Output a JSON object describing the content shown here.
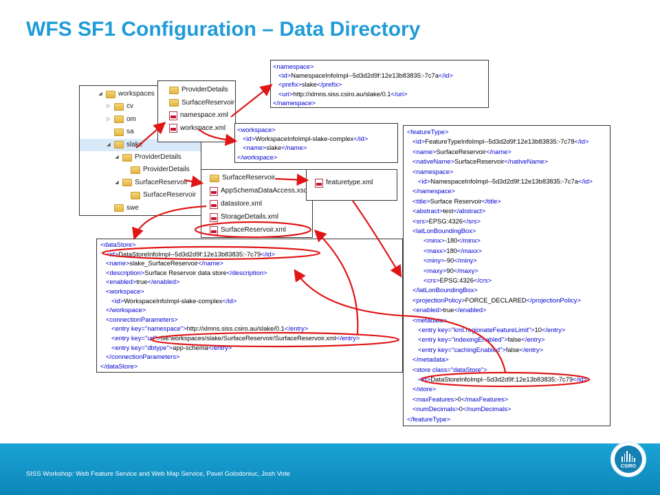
{
  "title": "WFS SF1 Configuration – Data Directory",
  "tree": {
    "rows": [
      {
        "label": "workspaces",
        "level": 0,
        "expanded": true
      },
      {
        "label": "cv",
        "level": 1,
        "expanded": false
      },
      {
        "label": "om",
        "level": 1,
        "expanded": false
      },
      {
        "label": "sa",
        "level": 1,
        "expanded": null
      },
      {
        "label": "slake",
        "level": 1,
        "expanded": true,
        "selected": true
      },
      {
        "label": "ProviderDetails",
        "level": 2,
        "expanded": true
      },
      {
        "label": "ProviderDetails",
        "level": 3,
        "expanded": null
      },
      {
        "label": "SurfaceReservoir",
        "level": 2,
        "expanded": true
      },
      {
        "label": "SurfaceReservoir",
        "level": 3,
        "expanded": null
      },
      {
        "label": "swe",
        "level": 1,
        "expanded": null
      }
    ]
  },
  "slake_listing": {
    "items": [
      {
        "type": "folder",
        "label": "ProviderDetails"
      },
      {
        "type": "folder",
        "label": "SurfaceReservoir"
      },
      {
        "type": "xml",
        "label": "namespace.xml"
      },
      {
        "type": "xml",
        "label": "workspace.xml"
      }
    ]
  },
  "reservoir_listing": {
    "items": [
      {
        "type": "folder",
        "label": "SurfaceReservoir"
      },
      {
        "type": "xsd",
        "label": "AppSchemaDataAccess.xsd"
      },
      {
        "type": "xml",
        "label": "datastore.xml"
      },
      {
        "type": "xml",
        "label": "StorageDetails.xml"
      },
      {
        "type": "xml",
        "label": "SurfaceReservoir.xml"
      }
    ]
  },
  "featuretype_listing": {
    "items": [
      {
        "type": "xml",
        "label": "featuretype.xml"
      }
    ]
  },
  "namespace_xml": {
    "lines": [
      {
        "i": 0,
        "t": "<namespace>"
      },
      {
        "i": 1,
        "t": "<id>NamespaceInfoImpl--5d3d2d9f:12e13b83835:-7c7a</id>"
      },
      {
        "i": 1,
        "t": "<prefix>slake</prefix>"
      },
      {
        "i": 1,
        "t": "<uri>http://xlmns.siss.csiro.au/slake/0.1</uri>"
      },
      {
        "i": 0,
        "t": "</namespace>"
      }
    ]
  },
  "workspace_xml": {
    "lines": [
      {
        "i": 0,
        "t": "<workspace>"
      },
      {
        "i": 1,
        "t": "<id>WorkspaceInfoImpl-slake-complex</id>"
      },
      {
        "i": 1,
        "t": "<name>slake</name>"
      },
      {
        "i": 0,
        "t": "</workspace>"
      }
    ]
  },
  "datastore_xml": {
    "lines": [
      {
        "i": 0,
        "t": "<dataStore>"
      },
      {
        "i": 1,
        "t": "<id>DataStoreInfoImpl--5d3d2d9f:12e13b83835:-7c79</id>"
      },
      {
        "i": 1,
        "t": "<name>slake_SurfaceReservoir</name>"
      },
      {
        "i": 1,
        "t": "<description>Surface Reservoir data store</description>"
      },
      {
        "i": 1,
        "t": "<enabled>true</enabled>"
      },
      {
        "i": 1,
        "t": "<workspace>"
      },
      {
        "i": 2,
        "t": "<id>WorkspaceInfoImpl-slake-complex</id>"
      },
      {
        "i": 1,
        "t": "</workspace>"
      },
      {
        "i": 1,
        "t": "<connectionParameters>"
      },
      {
        "i": 2,
        "t": "<entry key=\"namespace\">http://xlmns.siss.csiro.au/slake/0.1</entry>"
      },
      {
        "i": 2,
        "t": "<entry key=\"url\">file:workspaces/slake/SurfaceReservoir/SurfaceReservoir.xml</entry>"
      },
      {
        "i": 2,
        "t": "<entry key=\"dbtype\">app-schema</entry>"
      },
      {
        "i": 1,
        "t": "</connectionParameters>"
      },
      {
        "i": 0,
        "t": "</dataStore>"
      }
    ]
  },
  "featuretype_xml": {
    "lines": [
      {
        "i": 0,
        "t": "<featureType>"
      },
      {
        "i": 1,
        "t": "<id>FeatureTypeInfoImpl--5d3d2d9f:12e13b83835:-7c78</id>"
      },
      {
        "i": 1,
        "t": "<name>SurfaceReservoir</name>"
      },
      {
        "i": 1,
        "t": "<nativeName>SurfaceReservoir</nativeName>"
      },
      {
        "i": 1,
        "t": "<namespace>"
      },
      {
        "i": 2,
        "t": "<id>NamespaceInfoImpl--5d3d2d9f:12e13b83835:-7c7a</id>"
      },
      {
        "i": 1,
        "t": "</namespace>"
      },
      {
        "i": 1,
        "t": "<title>Surface Reservoir</title>"
      },
      {
        "i": 1,
        "t": "<abstract>test</abstract>"
      },
      {
        "i": 1,
        "t": "<srs>EPSG:4326</srs>"
      },
      {
        "i": 1,
        "t": "<latLonBoundingBox>"
      },
      {
        "i": 3,
        "t": "<minx>-180</minx>"
      },
      {
        "i": 3,
        "t": "<maxx>180</maxx>"
      },
      {
        "i": 3,
        "t": "<miny>-90</miny>"
      },
      {
        "i": 3,
        "t": "<maxy>90</maxy>"
      },
      {
        "i": 3,
        "t": "<crs>EPSG:4326</crs>"
      },
      {
        "i": 1,
        "t": "</latLonBoundingBox>"
      },
      {
        "i": 1,
        "t": "<projectionPolicy>FORCE_DECLARED</projectionPolicy>"
      },
      {
        "i": 1,
        "t": "<enabled>true</enabled>"
      },
      {
        "i": 1,
        "t": "<metadata>"
      },
      {
        "i": 2,
        "t": "<entry key=\"kml.regionateFeatureLimit\">10</entry>"
      },
      {
        "i": 2,
        "t": "<entry key=\"indexingEnabled\">false</entry>"
      },
      {
        "i": 2,
        "t": "<entry key=\"cachingEnabled\">false</entry>"
      },
      {
        "i": 1,
        "t": "</metadata>"
      },
      {
        "i": 1,
        "t": "<store class=\"dataStore\">"
      },
      {
        "i": 2,
        "t": "<id>DataStoreInfoImpl--5d3d2d9f:12e13b83835:-7c79</id>"
      },
      {
        "i": 1,
        "t": "</store>"
      },
      {
        "i": 1,
        "t": "<maxFeatures>0</maxFeatures>"
      },
      {
        "i": 1,
        "t": "<numDecimals>0</numDecimals>"
      },
      {
        "i": 0,
        "t": "</featureType>"
      }
    ]
  },
  "footer": {
    "text": "SISS Workshop: Web Feature Service and Web Map Service, Pavel Golodoniuc, Josh Vote",
    "logo_text": "CSIRO"
  },
  "colors": {
    "title": "#1f9bd7",
    "annotation": "#e01515",
    "footer": "#1aa3d6",
    "xml_tag": "#0000d0"
  }
}
